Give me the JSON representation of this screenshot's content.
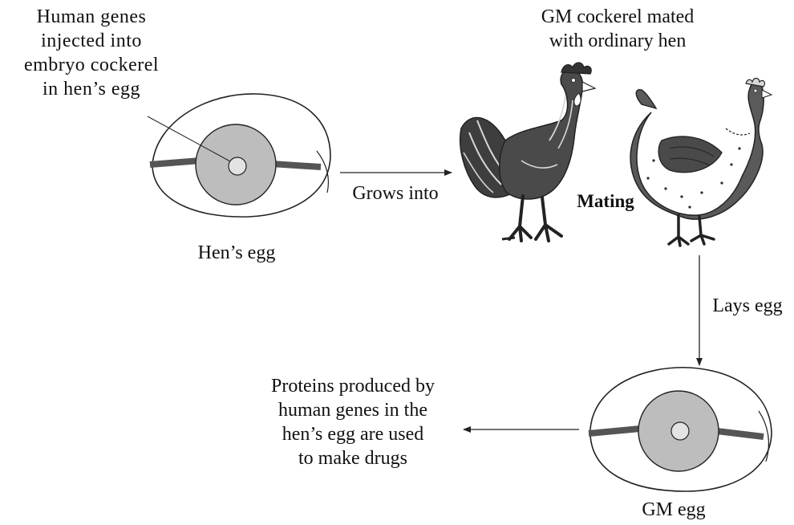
{
  "labels": {
    "human_genes": [
      "Human genes",
      "injected into",
      "embryo cockerel",
      "in hen’s egg"
    ],
    "hens_egg": "Hen’s egg",
    "grows_into": "Grows into",
    "gm_cockerel": [
      "GM cockerel mated",
      "with ordinary hen"
    ],
    "mating": "Mating",
    "lays_egg": "Lays egg",
    "proteins": [
      "Proteins produced by",
      "human genes in the",
      "hen’s egg are used",
      "to make drugs"
    ],
    "gm_egg": "GM egg"
  },
  "colors": {
    "stroke": "#222222",
    "egg_ring": "#bdbdbd",
    "egg_band": "#555555",
    "nucleus": "#e3e3e3",
    "cockerel_body": "#4a4a4a",
    "hen_body": "#5a5a5a",
    "feather_line": "#d8d8d8"
  }
}
